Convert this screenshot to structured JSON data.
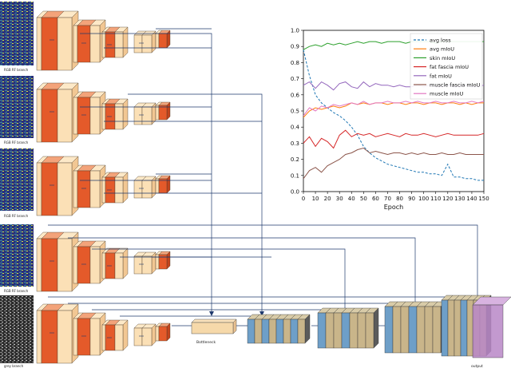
{
  "figure": {
    "branch_labels": [
      "RGB RF branch",
      "RGB RF branch",
      "RGB RF branch",
      "RGB RF branch",
      "grey branch"
    ],
    "bottleneck_label": "Bottleneck",
    "output_label": "output"
  },
  "chart_data": {
    "type": "line",
    "title": "",
    "xlabel": "Epoch",
    "ylabel": "",
    "xlim": [
      0,
      150
    ],
    "ylim": [
      0,
      1.0
    ],
    "xticks": [
      0,
      10,
      20,
      30,
      40,
      50,
      60,
      70,
      80,
      90,
      100,
      110,
      120,
      130,
      140,
      150
    ],
    "yticks": [
      0.0,
      0.1,
      0.2,
      0.3,
      0.4,
      0.5,
      0.6,
      0.7,
      0.8,
      0.9,
      1.0
    ],
    "legend_position": "top-right",
    "x": [
      0,
      5,
      10,
      15,
      20,
      25,
      30,
      35,
      40,
      45,
      50,
      55,
      60,
      65,
      70,
      75,
      80,
      85,
      90,
      95,
      100,
      105,
      110,
      115,
      120,
      125,
      130,
      135,
      140,
      145,
      150
    ],
    "series": [
      {
        "name": "avg loss",
        "color": "#1f77b4",
        "dashed": true,
        "values": [
          0.88,
          0.72,
          0.6,
          0.55,
          0.52,
          0.49,
          0.47,
          0.44,
          0.4,
          0.35,
          0.28,
          0.24,
          0.21,
          0.19,
          0.17,
          0.16,
          0.15,
          0.14,
          0.13,
          0.12,
          0.12,
          0.11,
          0.11,
          0.1,
          0.17,
          0.09,
          0.09,
          0.08,
          0.08,
          0.07,
          0.07
        ]
      },
      {
        "name": "avg mIoU",
        "color": "#ff7f0e",
        "dashed": false,
        "values": [
          0.46,
          0.5,
          0.52,
          0.51,
          0.52,
          0.53,
          0.52,
          0.53,
          0.55,
          0.54,
          0.55,
          0.54,
          0.55,
          0.55,
          0.54,
          0.55,
          0.55,
          0.54,
          0.55,
          0.55,
          0.54,
          0.55,
          0.55,
          0.54,
          0.55,
          0.55,
          0.54,
          0.55,
          0.54,
          0.55,
          0.55
        ]
      },
      {
        "name": "skin mIoU",
        "color": "#2ca02c",
        "dashed": false,
        "values": [
          0.88,
          0.9,
          0.91,
          0.9,
          0.92,
          0.91,
          0.92,
          0.91,
          0.92,
          0.93,
          0.92,
          0.93,
          0.93,
          0.92,
          0.93,
          0.93,
          0.93,
          0.92,
          0.93,
          0.93,
          0.93,
          0.93,
          0.92,
          0.93,
          0.93,
          0.93,
          0.93,
          0.93,
          0.93,
          0.93,
          0.93
        ]
      },
      {
        "name": "fat fascia mIoU",
        "color": "#d62728",
        "dashed": false,
        "values": [
          0.3,
          0.34,
          0.28,
          0.33,
          0.31,
          0.27,
          0.35,
          0.38,
          0.34,
          0.36,
          0.35,
          0.36,
          0.34,
          0.35,
          0.36,
          0.35,
          0.34,
          0.36,
          0.35,
          0.35,
          0.36,
          0.35,
          0.34,
          0.35,
          0.36,
          0.35,
          0.35,
          0.35,
          0.35,
          0.35,
          0.36
        ]
      },
      {
        "name": "fat mIoU",
        "color": "#9467bd",
        "dashed": false,
        "values": [
          0.66,
          0.68,
          0.64,
          0.68,
          0.66,
          0.63,
          0.67,
          0.68,
          0.65,
          0.64,
          0.68,
          0.65,
          0.67,
          0.66,
          0.66,
          0.65,
          0.66,
          0.65,
          0.65,
          0.66,
          0.65,
          0.66,
          0.65,
          0.65,
          0.66,
          0.65,
          0.65,
          0.66,
          0.65,
          0.65,
          0.66
        ]
      },
      {
        "name": "muscle fascia mIoU",
        "color": "#8c564b",
        "dashed": false,
        "values": [
          0.08,
          0.13,
          0.15,
          0.12,
          0.16,
          0.18,
          0.2,
          0.23,
          0.24,
          0.26,
          0.27,
          0.24,
          0.25,
          0.24,
          0.23,
          0.24,
          0.24,
          0.23,
          0.24,
          0.23,
          0.24,
          0.23,
          0.23,
          0.24,
          0.23,
          0.23,
          0.24,
          0.23,
          0.23,
          0.23,
          0.23
        ]
      },
      {
        "name": "muscle mIoU",
        "color": "#e377c2",
        "dashed": false,
        "values": [
          0.47,
          0.52,
          0.5,
          0.53,
          0.52,
          0.54,
          0.53,
          0.54,
          0.55,
          0.54,
          0.56,
          0.54,
          0.55,
          0.55,
          0.56,
          0.55,
          0.55,
          0.56,
          0.55,
          0.56,
          0.55,
          0.55,
          0.56,
          0.55,
          0.55,
          0.56,
          0.55,
          0.55,
          0.56,
          0.55,
          0.56
        ]
      }
    ]
  }
}
